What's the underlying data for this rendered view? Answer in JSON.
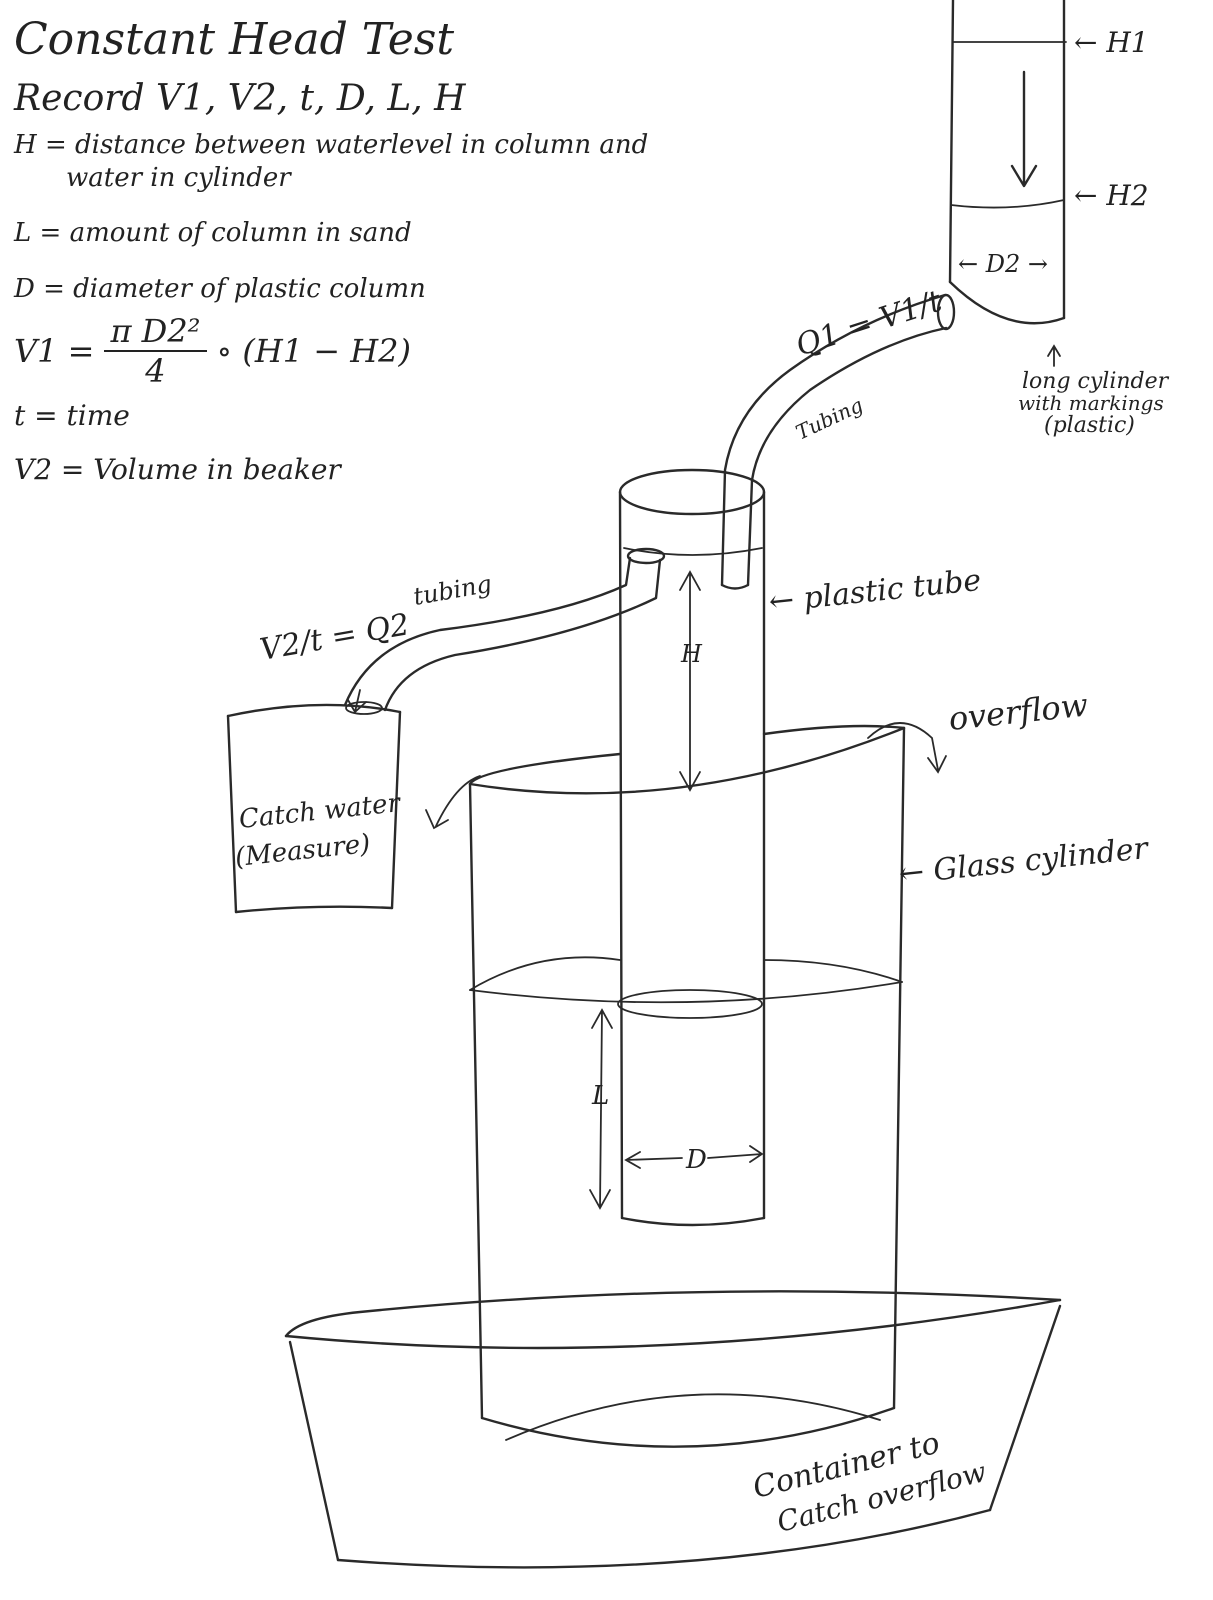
{
  "notes": {
    "title": "Constant Head Test",
    "record_line": "Record V1, V2, t, D, L, H",
    "h_def_line1": "H = distance between waterlevel in column and",
    "h_def_line2": "water in cylinder",
    "l_def": "L = amount of column in sand",
    "d_def": "D = diameter of plastic column",
    "v1_lhs": "V1 =",
    "v1_num": "π D2²",
    "v1_den": "4",
    "v1_rhs": "∘ (H1 − H2)",
    "t_def": "t = time",
    "v2_def": "V2 = Volume in beaker"
  },
  "labels": {
    "h1": "← H1",
    "h2": "← H2",
    "d2": "← D2 →",
    "long_cyl_1": "long cylinder",
    "long_cyl_2": "with markings",
    "long_cyl_3": "(plastic)",
    "q1_formula": "Q1 = V1/t",
    "tubing_upper": "Tubing",
    "plastic_tube": "← plastic tube",
    "tubing_left": "tubing",
    "q2_formula": "V2/t = Q2",
    "h_marker": "H",
    "overflow": "overflow",
    "catch_water_1": "Catch water",
    "catch_water_2": "(Measure)",
    "glass_cylinder": "← Glass cylinder",
    "l_marker": "L",
    "d_marker": "D",
    "container_1": "Container to",
    "container_2": "Catch overflow"
  }
}
